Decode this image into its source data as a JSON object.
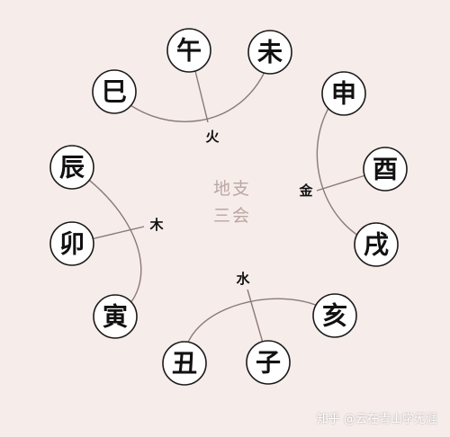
{
  "center": {
    "line1": "地支",
    "line2": "三会"
  },
  "branches": {
    "si": "巳",
    "wu": "午",
    "wei": "未",
    "shen": "申",
    "you": "酉",
    "xu": "戌",
    "hai": "亥",
    "zi": "子",
    "chou": "丑",
    "yin": "寅",
    "mao": "卯",
    "chen": "辰"
  },
  "elements": {
    "fire": "火",
    "metal": "金",
    "water": "水",
    "wood": "木"
  },
  "watermark": "知乎 @云在青山学无涯"
}
